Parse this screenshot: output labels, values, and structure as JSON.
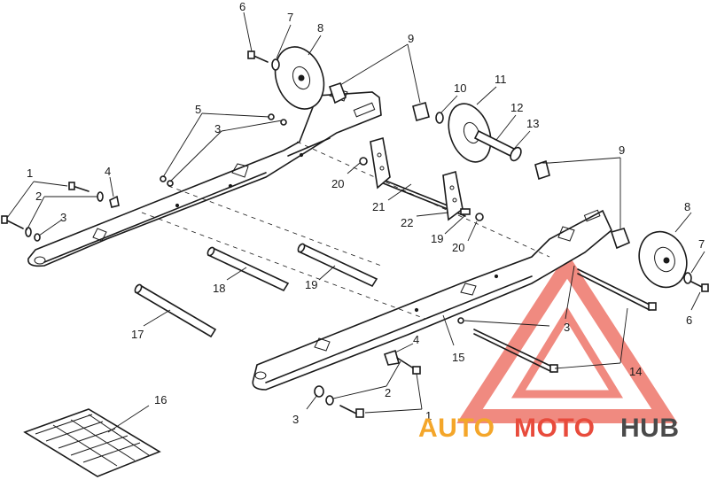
{
  "callouts": {
    "c1_top": "1",
    "c1_bottom": "1",
    "c2_top": "2",
    "c2_bottom": "2",
    "c3_topleft": "3",
    "c3_mid": "3",
    "c3_right": "3",
    "c3_bottom": "3",
    "c4_top": "4",
    "c4_bottom": "4",
    "c5": "5",
    "c6_top": "6",
    "c6_right": "6",
    "c7_top": "7",
    "c7_right": "7",
    "c8_top": "8",
    "c8_right": "8",
    "c9_top": "9",
    "c9_right": "9",
    "c10": "10",
    "c11": "11",
    "c12": "12",
    "c13": "13",
    "c14": "14",
    "c15": "15",
    "c16": "16",
    "c17": "17",
    "c18": "18",
    "c19_mid": "19",
    "c19_shaft": "19",
    "c20_left": "20",
    "c20_right": "20",
    "c21": "21",
    "c22": "22"
  },
  "watermark": {
    "part1": "AUTO",
    "part2": "MOTO",
    "part3": "HUB",
    "color_auto": "#f4a62a",
    "color_moto": "#e84b3c",
    "color_hub": "#4a4a4a"
  }
}
